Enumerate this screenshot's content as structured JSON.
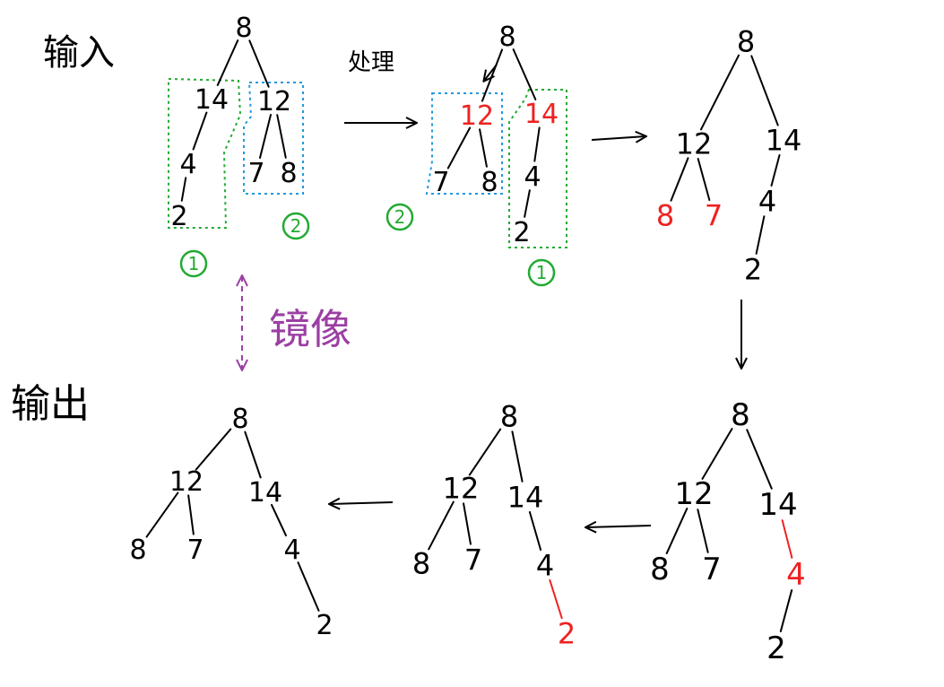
{
  "labels": {
    "input": "输入",
    "process": "处理",
    "mirror": "镜像",
    "output": "输出",
    "marker_one": "1",
    "marker_two": "2"
  },
  "colors": {
    "ink": "#000000",
    "highlight": "#ee2222",
    "group_one": "#22aa33",
    "group_two": "#2299dd",
    "mirror": "#9b3fa3"
  },
  "trees": [
    {
      "id": "input",
      "nodes": [
        {
          "id": "n8",
          "label": "8"
        },
        {
          "id": "n14",
          "label": "14"
        },
        {
          "id": "n12",
          "label": "12"
        },
        {
          "id": "n4",
          "label": "4"
        },
        {
          "id": "n2",
          "label": "2"
        },
        {
          "id": "n7",
          "label": "7"
        },
        {
          "id": "n8b",
          "label": "8"
        }
      ]
    },
    {
      "id": "step1",
      "nodes": [
        {
          "id": "n8",
          "label": "8"
        },
        {
          "id": "n12",
          "label": "12",
          "highlight": true
        },
        {
          "id": "n14",
          "label": "14",
          "highlight": true
        },
        {
          "id": "n7",
          "label": "7"
        },
        {
          "id": "n8b",
          "label": "8"
        },
        {
          "id": "n4",
          "label": "4"
        },
        {
          "id": "n2",
          "label": "2"
        }
      ]
    },
    {
      "id": "step2",
      "nodes": [
        {
          "id": "n8",
          "label": "8"
        },
        {
          "id": "n12",
          "label": "12"
        },
        {
          "id": "n14",
          "label": "14"
        },
        {
          "id": "n8b",
          "label": "8",
          "highlight": true
        },
        {
          "id": "n7",
          "label": "7",
          "highlight": true
        },
        {
          "id": "n4",
          "label": "4"
        },
        {
          "id": "n2",
          "label": "2"
        }
      ]
    },
    {
      "id": "step3",
      "nodes": [
        {
          "id": "n8",
          "label": "8"
        },
        {
          "id": "n12",
          "label": "12"
        },
        {
          "id": "n14",
          "label": "14"
        },
        {
          "id": "n8b",
          "label": "8"
        },
        {
          "id": "n7",
          "label": "7"
        },
        {
          "id": "n4",
          "label": "4",
          "highlight": true
        },
        {
          "id": "n2",
          "label": "2"
        }
      ]
    },
    {
      "id": "step4",
      "nodes": [
        {
          "id": "n8",
          "label": "8"
        },
        {
          "id": "n12",
          "label": "12"
        },
        {
          "id": "n14",
          "label": "14"
        },
        {
          "id": "n8b",
          "label": "8"
        },
        {
          "id": "n7",
          "label": "7"
        },
        {
          "id": "n4",
          "label": "4"
        },
        {
          "id": "n2",
          "label": "2",
          "highlight": true
        }
      ]
    },
    {
      "id": "output",
      "nodes": [
        {
          "id": "n8",
          "label": "8"
        },
        {
          "id": "n12",
          "label": "12"
        },
        {
          "id": "n14",
          "label": "14"
        },
        {
          "id": "n8b",
          "label": "8"
        },
        {
          "id": "n7",
          "label": "7"
        },
        {
          "id": "n4",
          "label": "4"
        },
        {
          "id": "n2",
          "label": "2"
        }
      ]
    }
  ]
}
